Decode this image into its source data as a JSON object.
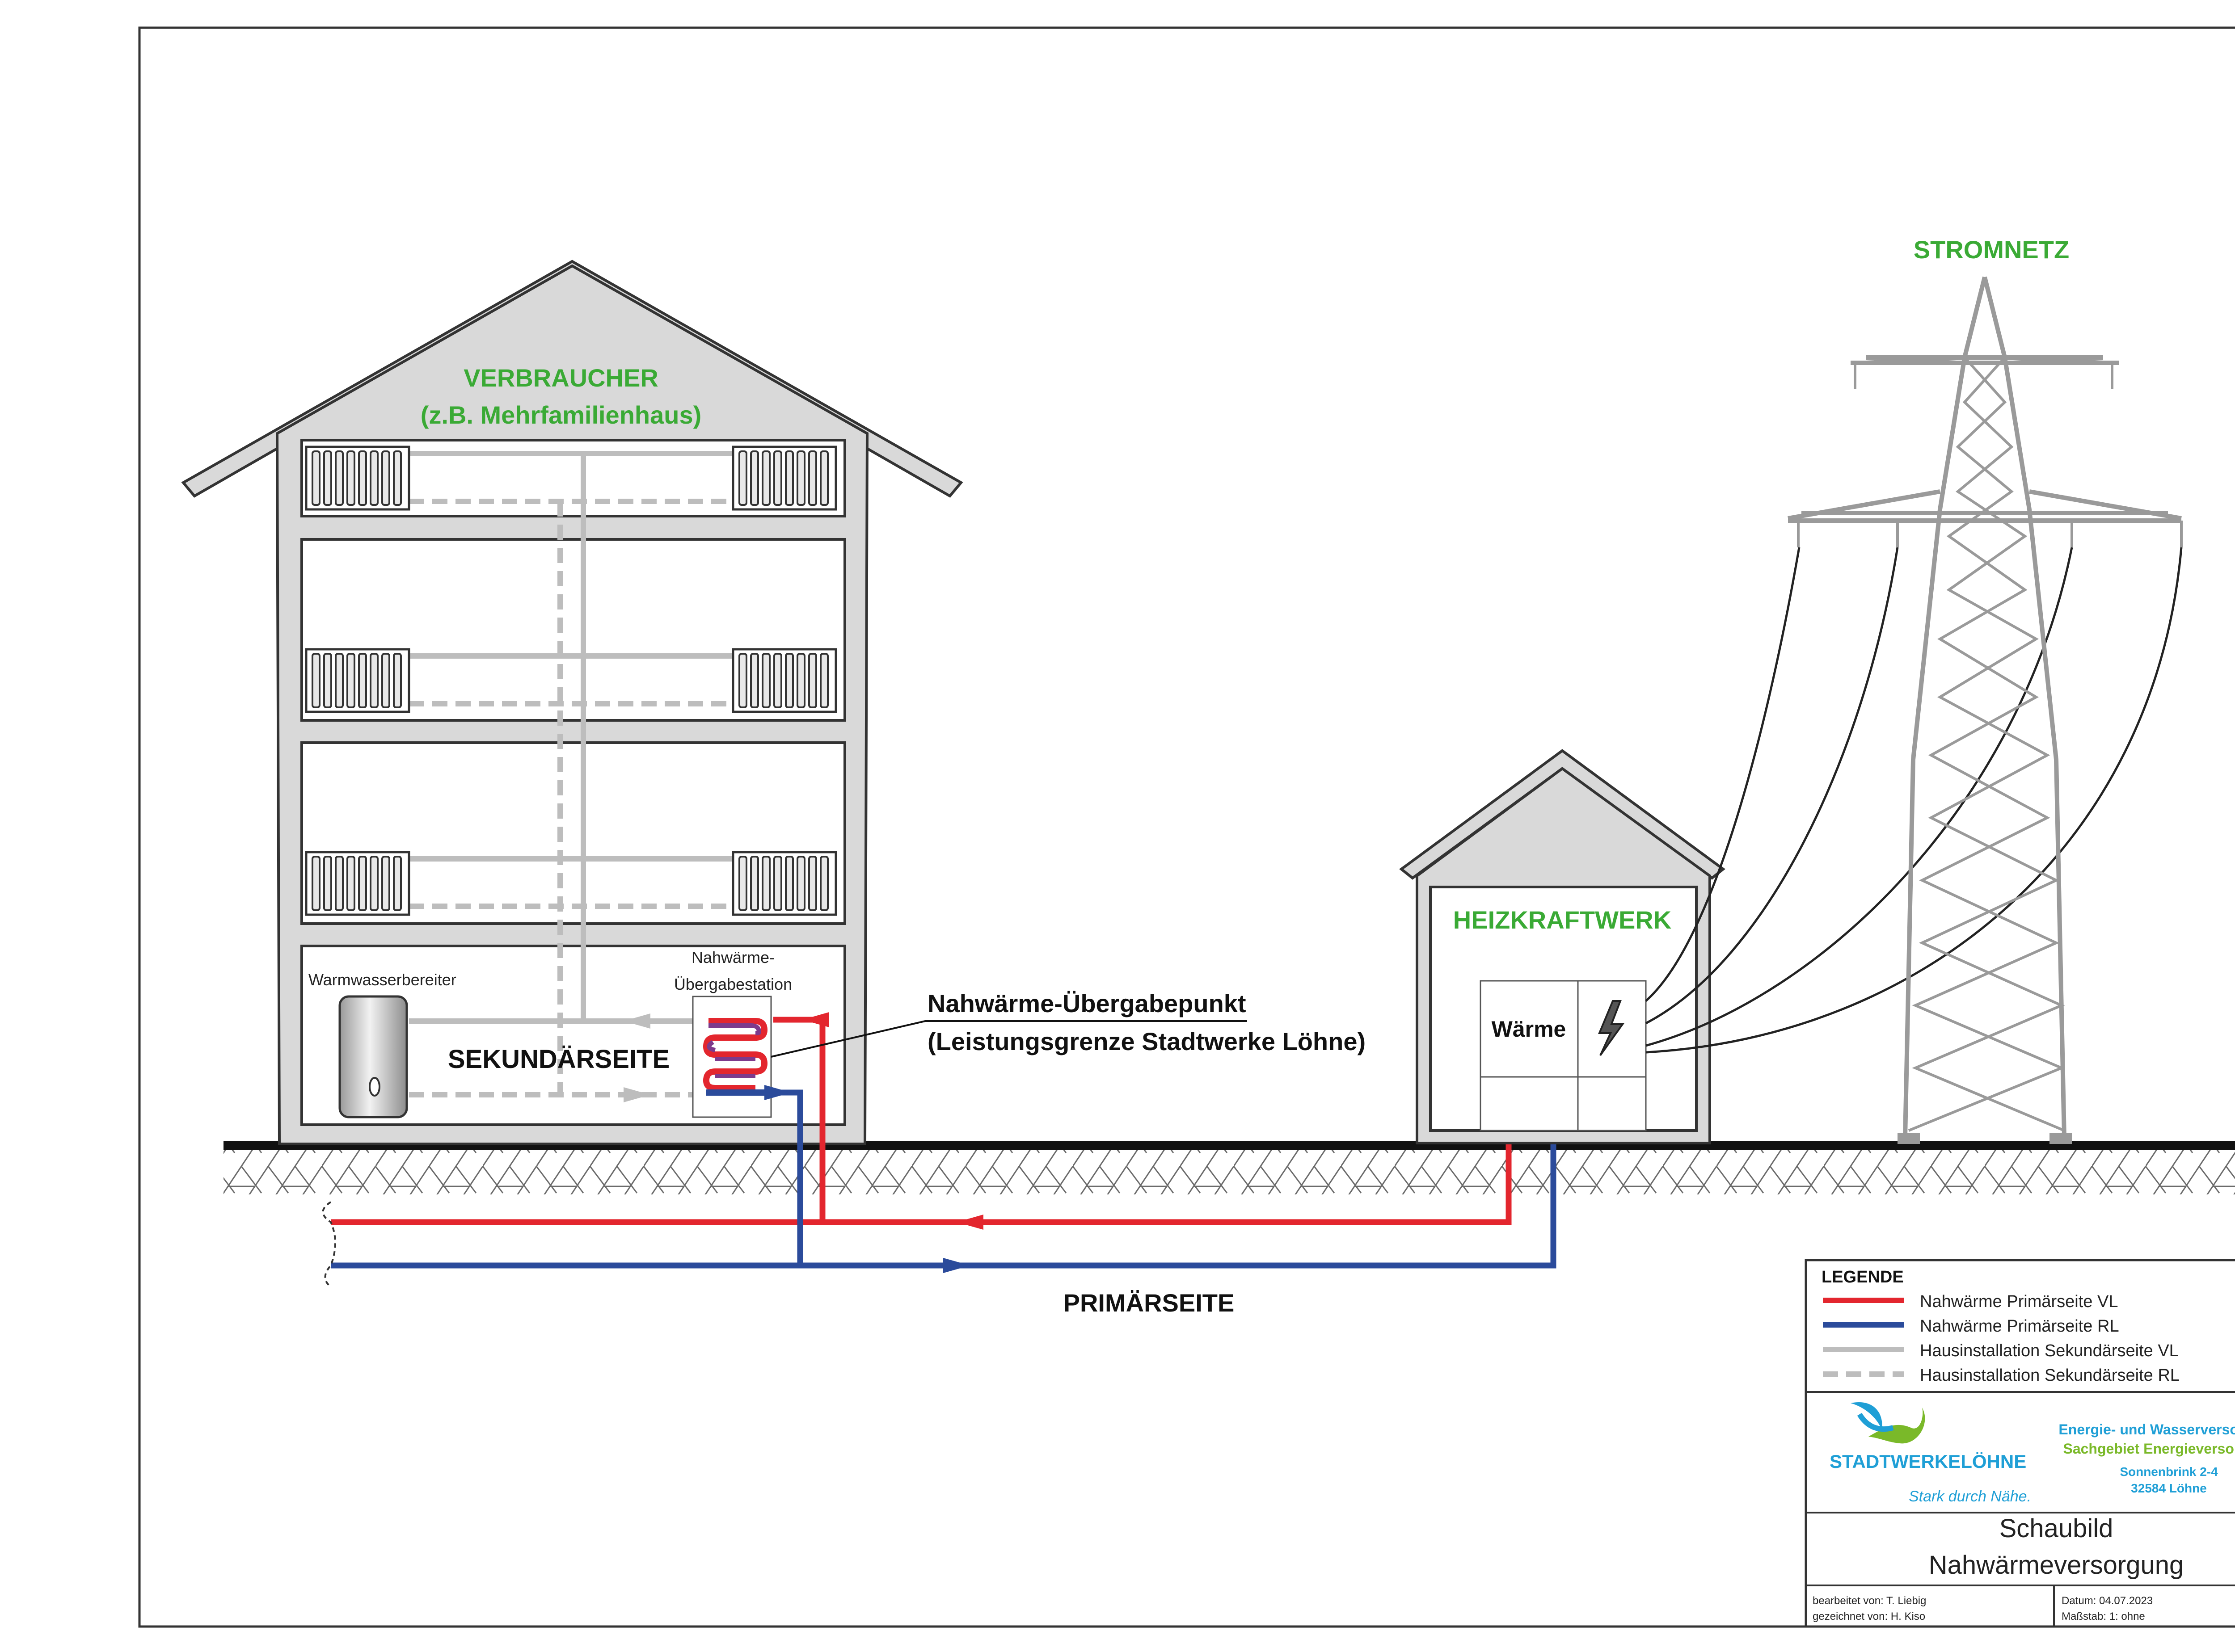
{
  "colors": {
    "green_label": "#3aaa35",
    "primary_vl": "#e3262e",
    "primary_rl": "#2b4b9b",
    "secondary": "#bdbdbd",
    "logo_teal": "#1f9fd6",
    "logo_green": "#7ab929",
    "house_wall": "#d9d9d9"
  },
  "icons": [
    "radiator-icon",
    "water-heater-icon",
    "heat-exchanger-icon",
    "lightning-icon",
    "pylon-icon",
    "logo-wave-icon"
  ],
  "labels": {
    "consumer_title": "VERBRAUCHER",
    "consumer_subtitle": "(z.B. Mehrfamilienhaus)",
    "water_heater": "Warmwasserbereiter",
    "transfer_station_line1": "Nahwärme-",
    "transfer_station_line2": "Übergabestation",
    "secondary_side": "SEKUNDÄRSEITE",
    "transfer_point_line1": "Nahwärme-Übergabepunkt",
    "transfer_point_line2": "(Leistungsgrenze Stadtwerke Löhne)",
    "plant_title": "HEIZKRAFTWERK",
    "heat_box": "Wärme",
    "grid_title": "STROMNETZ",
    "primary_side": "PRIMÄRSEITE"
  },
  "legend": {
    "title": "LEGENDE",
    "items": [
      {
        "label": "Nahwärme Primärseite VL"
      },
      {
        "label": "Nahwärme Primärseite RL"
      },
      {
        "label": "Hausinstallation Sekundärseite VL"
      },
      {
        "label": "Hausinstallation Sekundärseite RL"
      }
    ]
  },
  "company": {
    "logo_part1": "STADTWERKE",
    "logo_part2": "LÖHNE",
    "slogan": "Stark durch Nähe.",
    "line1": "Energie- und Wasserversorgung",
    "line2": "Sachgebiet Energieversorgung",
    "line3": "Sonnenbrink 2-4",
    "line4": "32584 Löhne"
  },
  "title_block": {
    "line1": "Schaubild",
    "line2": "Nahwärmeversorgung",
    "edited_by": "bearbeitet von: T. Liebig",
    "drawn_by": "gezeichnet von: H. Kiso",
    "date": "Datum: 04.07.2023",
    "scale": "Maßstab: 1: ohne"
  }
}
